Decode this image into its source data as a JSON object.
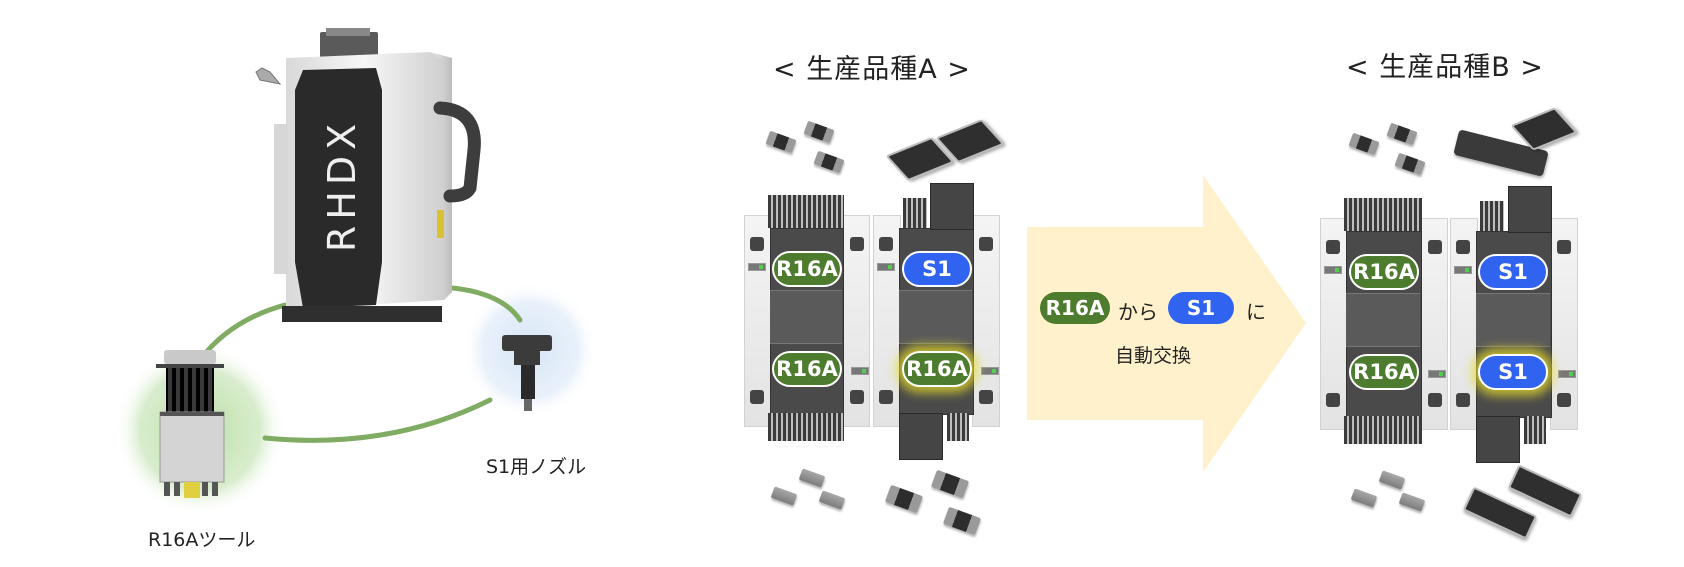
{
  "left_diagram": {
    "machine_logo": "RHDX",
    "tool_label": "R16Aツール",
    "nozzle_label": "S1用ノズル",
    "arc_color": "#7fac62",
    "tool_glow_color": "#c9e6b7",
    "nozzle_glow_color": "#d9e7f7"
  },
  "product_a": {
    "title": "< 生産品種A >",
    "module_left": {
      "top_badge": "R16A",
      "bottom_badge": "R16A"
    },
    "module_right": {
      "top_badge": "S1",
      "bottom_badge": "R16A",
      "bottom_highlighted": true
    }
  },
  "transition_arrow": {
    "from_badge": "R16A",
    "from_text": "から",
    "to_badge": "S1",
    "to_text": "に",
    "caption": "自動交換",
    "fill_color": "#fff1cc"
  },
  "product_b": {
    "title": "< 生産品種B >",
    "module_left": {
      "top_badge": "R16A",
      "bottom_badge": "R16A"
    },
    "module_right": {
      "top_badge": "S1",
      "bottom_badge": "S1",
      "bottom_highlighted": true
    }
  },
  "colors": {
    "r16a_badge": "#4e7c2e",
    "s1_badge": "#2f63f0",
    "highlight_glow": "#e6dc28"
  }
}
